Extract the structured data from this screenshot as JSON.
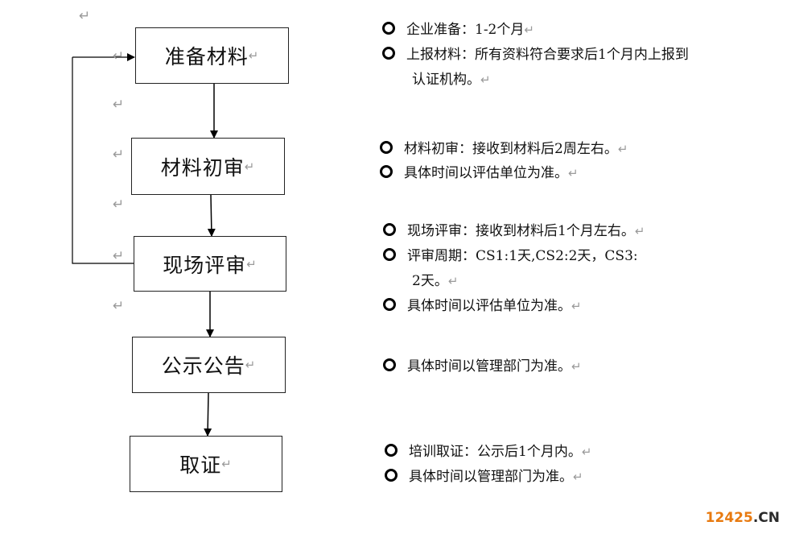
{
  "return_mark": "↵",
  "flow": {
    "steps": [
      {
        "label": "准备材料"
      },
      {
        "label": "材料初审"
      },
      {
        "label": "现场评审"
      },
      {
        "label": "公示公告"
      },
      {
        "label": "取证"
      }
    ]
  },
  "notes": {
    "group1": {
      "item1": "企业准备：1-2个月",
      "item2_line1": "上报材料：所有资料符合要求后1个月内上报到",
      "item2_line2": "认证机构。"
    },
    "group2": {
      "item1": "材料初审：接收到材料后2周左右。",
      "item2": "具体时间以评估单位为准。"
    },
    "group3": {
      "item1": "现场评审：接收到材料后1个月左右。",
      "item2_line1": "评审周期：CS1:1天,CS2:2天，CS3:",
      "item2_line2": "2天。",
      "item3": "具体时间以评估单位为准。"
    },
    "group4": {
      "item1": "具体时间以管理部门为准。"
    },
    "group5": {
      "item1": "培训取证：公示后1个月内。",
      "item2": "具体时间以管理部门为准。"
    }
  },
  "watermark": {
    "number": "12425",
    "suffix": ".CN"
  }
}
